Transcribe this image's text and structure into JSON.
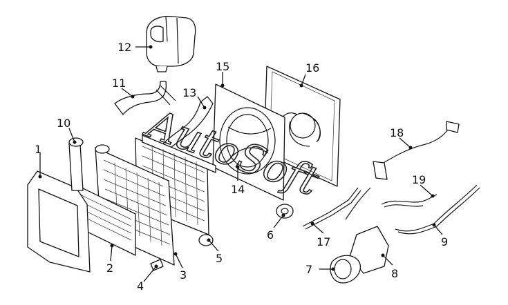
{
  "watermark": "AutoSoft",
  "callouts": [
    "1",
    "2",
    "3",
    "4",
    "5",
    "6",
    "7",
    "8",
    "9",
    "10",
    "11",
    "12",
    "13",
    "14",
    "15",
    "16",
    "17",
    "18",
    "19"
  ]
}
